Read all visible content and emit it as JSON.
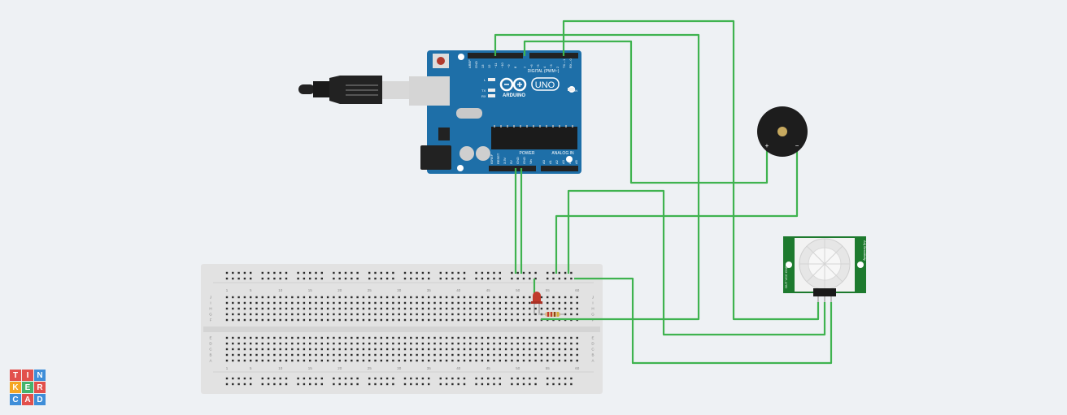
{
  "logo": {
    "letters": [
      "T",
      "I",
      "N",
      "K",
      "E",
      "R",
      "C",
      "A",
      "D"
    ],
    "colors": [
      "#e2504c",
      "#e2504c",
      "#3f8ed8",
      "#f5a623",
      "#44b46d",
      "#e2504c",
      "#3f8ed8",
      "#e2504c",
      "#3f8ed8"
    ]
  },
  "arduino": {
    "brand": "ARDUINO",
    "model": "UNO",
    "digital_label": "DIGITAL (PWM~)",
    "power_label": "POWER",
    "analog_label": "ANALOG IN",
    "on_label": "ON",
    "led_labels": [
      "L",
      "TX",
      "RX"
    ],
    "top_pins": [
      "AREF",
      "GND",
      "13",
      "12",
      "~11",
      "~10",
      "~9",
      "8",
      "7",
      "~6",
      "~5",
      "4",
      "~3",
      "2",
      "TX→1",
      "RX←0"
    ],
    "power_pins": [
      "IOREF",
      "RESET",
      "3.3V",
      "5V",
      "GND",
      "GND",
      "Vin"
    ],
    "analog_pins": [
      "A0",
      "A1",
      "A2",
      "A3",
      "A4",
      "A5"
    ]
  },
  "breadboard": {
    "column_numbers": [
      "1",
      "5",
      "10",
      "15",
      "20",
      "25",
      "30",
      "35",
      "40",
      "45",
      "50",
      "55",
      "60"
    ],
    "row_letters_top": [
      "J",
      "I",
      "H",
      "G",
      "F"
    ],
    "row_letters_bottom": [
      "E",
      "D",
      "C",
      "B",
      "A"
    ]
  },
  "buzzer": {
    "plus": "+",
    "minus": "−"
  },
  "pir": {
    "side_left": "OUT  VCC  GND",
    "side_right": "Adj Sensitivity"
  },
  "colors": {
    "wire": "#3fb34f",
    "board": "#1e6fa8",
    "breadboard": "#e2e2e2",
    "led": "#c0392b"
  }
}
